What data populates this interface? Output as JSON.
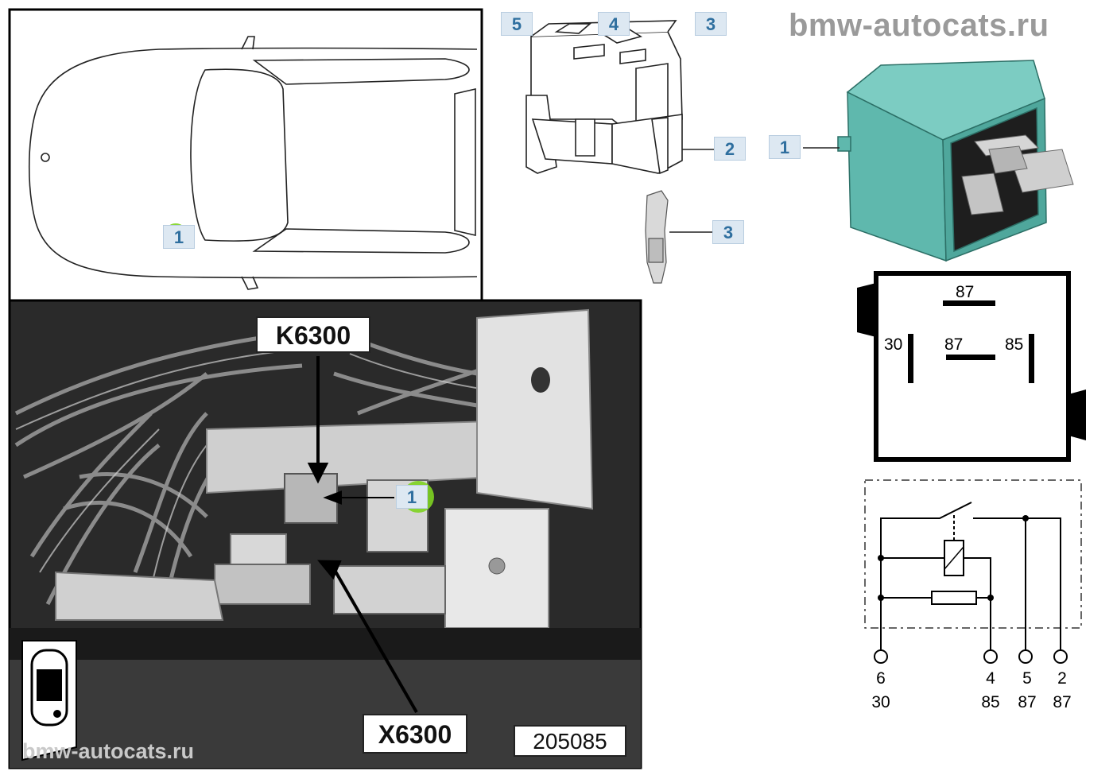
{
  "watermark": "bmw-autocats.ru",
  "photo": {
    "relay_label": "K6300",
    "connector_label": "X6300",
    "image_number": "205085"
  },
  "callouts": {
    "car_location": "1",
    "photo_relay": "1",
    "relay_part": "1",
    "socket": "2",
    "terminal_top": "3",
    "terminal_side": "3",
    "socket_top_4": "4",
    "socket_top_5": "5"
  },
  "pinout": {
    "pin_top": "87",
    "pin_center": "87",
    "pin_left": "30",
    "pin_right": "85"
  },
  "circuit_pins": [
    {
      "number": "6",
      "terminal": "30"
    },
    {
      "number": "4",
      "terminal": "85"
    },
    {
      "number": "5",
      "terminal": "87"
    },
    {
      "number": "2",
      "terminal": "87"
    }
  ],
  "colors": {
    "relay_body": "#5fb8ad",
    "callout_bg": "#dde8f2",
    "callout_text": "#2f6f9f",
    "watermark": "#9a9a9a",
    "location_marker": "#7ed321"
  }
}
